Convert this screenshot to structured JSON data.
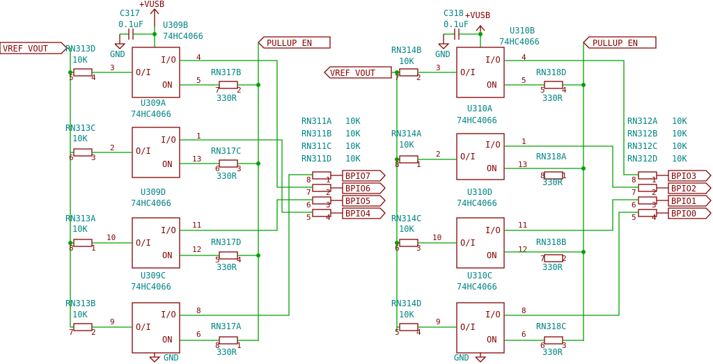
{
  "power": {
    "vusb": "+VUSB",
    "gnd": "GND"
  },
  "caps": {
    "c317": {
      "ref": "C317",
      "value": "0.1uF"
    },
    "c318": {
      "ref": "C318",
      "value": "0.1uF"
    }
  },
  "net_labels": {
    "vref_vout": "VREF_VOUT",
    "pullup_en": "PULLUP_EN",
    "bpio7": "BPIO7",
    "bpio6": "BPIO6",
    "bpio5": "BPIO5",
    "bpio4": "BPIO4",
    "bpio3": "BPIO3",
    "bpio2": "BPIO2",
    "bpio1": "BPIO1",
    "bpio0": "BPIO0"
  },
  "left": {
    "u_a": {
      "ref": "U309A",
      "part": "74HC4066"
    },
    "u_b": {
      "ref": "U309B",
      "part": "74HC4066"
    },
    "u_c": {
      "ref": "U309C",
      "part": "74HC4066"
    },
    "u_d": {
      "ref": "U309D",
      "part": "74HC4066"
    },
    "rn_in": {
      "d": {
        "ref": "RN313D",
        "value": "10K",
        "p1": "5",
        "p2": "4",
        "pin_sw": "3",
        "out_io": "4",
        "out_on": "5"
      },
      "c": {
        "ref": "RN313C",
        "value": "10K",
        "p1": "6",
        "p2": "3",
        "pin_sw": "2",
        "out_io": "1",
        "out_on": "13"
      },
      "a": {
        "ref": "RN313A",
        "value": "10K",
        "p1": "8",
        "p2": "1",
        "pin_sw": "10",
        "out_io": "11",
        "out_on": "12"
      },
      "b": {
        "ref": "RN313B",
        "value": "10K",
        "p1": "7",
        "p2": "2",
        "pin_sw": "9",
        "out_io": "8",
        "out_on": "6"
      }
    },
    "rn_out": {
      "b": {
        "ref": "RN317B",
        "value": "330R",
        "p1": "7",
        "p2": "2"
      },
      "c": {
        "ref": "RN317C",
        "value": "330R",
        "p1": "6",
        "p2": "3"
      },
      "d": {
        "ref": "RN317D",
        "value": "330R",
        "p1": "5",
        "p2": "4"
      },
      "a": {
        "ref": "RN317A",
        "value": "330R",
        "p1": "8",
        "p2": "1"
      }
    },
    "rn_mid": [
      {
        "ref": "RN311A",
        "value": "10K"
      },
      {
        "ref": "RN311B",
        "value": "10K"
      },
      {
        "ref": "RN311C",
        "value": "10K"
      },
      {
        "ref": "RN311D",
        "value": "10K"
      }
    ],
    "mid_pins": [
      {
        "l": "8",
        "r": "1"
      },
      {
        "l": "7",
        "r": "2"
      },
      {
        "l": "6",
        "r": "3"
      },
      {
        "l": "5",
        "r": "4"
      }
    ]
  },
  "right": {
    "u_a": {
      "ref": "U310A",
      "part": "74HC4066"
    },
    "u_b": {
      "ref": "U310B",
      "part": "74HC4066"
    },
    "u_c": {
      "ref": "U310C",
      "part": "74HC4066"
    },
    "u_d": {
      "ref": "U310D",
      "part": "74HC4066"
    },
    "rn_in": {
      "b": {
        "ref": "RN314B",
        "value": "10K",
        "p1": "7",
        "p2": "2",
        "pin_sw": "3",
        "out_io": "4",
        "out_on": "5"
      },
      "a": {
        "ref": "RN314A",
        "value": "10K",
        "p1": "8",
        "p2": "1",
        "pin_sw": "2",
        "out_io": "1",
        "out_on": "13"
      },
      "c": {
        "ref": "RN314C",
        "value": "10K",
        "p1": "6",
        "p2": "3",
        "pin_sw": "10",
        "out_io": "11",
        "out_on": "12"
      },
      "d": {
        "ref": "RN314D",
        "value": "10K",
        "p1": "5",
        "p2": "4",
        "pin_sw": "9",
        "out_io": "8",
        "out_on": "6"
      }
    },
    "rn_out": {
      "d": {
        "ref": "RN318D",
        "value": "330R",
        "p1": "5",
        "p2": "4"
      },
      "a": {
        "ref": "RN318A",
        "value": "330R",
        "p1": "8",
        "p2": "1"
      },
      "b": {
        "ref": "RN318B",
        "value": "330R",
        "p1": "7",
        "p2": "2"
      },
      "c": {
        "ref": "RN318C",
        "value": "330R",
        "p1": "6",
        "p2": "3"
      }
    },
    "rn_mid": [
      {
        "ref": "RN312A",
        "value": "10K"
      },
      {
        "ref": "RN312B",
        "value": "10K"
      },
      {
        "ref": "RN312C",
        "value": "10K"
      },
      {
        "ref": "RN312D",
        "value": "10K"
      }
    ],
    "mid_pins": [
      {
        "l": "8",
        "r": "1"
      },
      {
        "l": "7",
        "r": "2"
      },
      {
        "l": "6",
        "r": "3"
      },
      {
        "l": "5",
        "r": "4"
      }
    ]
  },
  "switch_labels": {
    "oi": "O/I",
    "io": "I/O",
    "on": "ON"
  }
}
